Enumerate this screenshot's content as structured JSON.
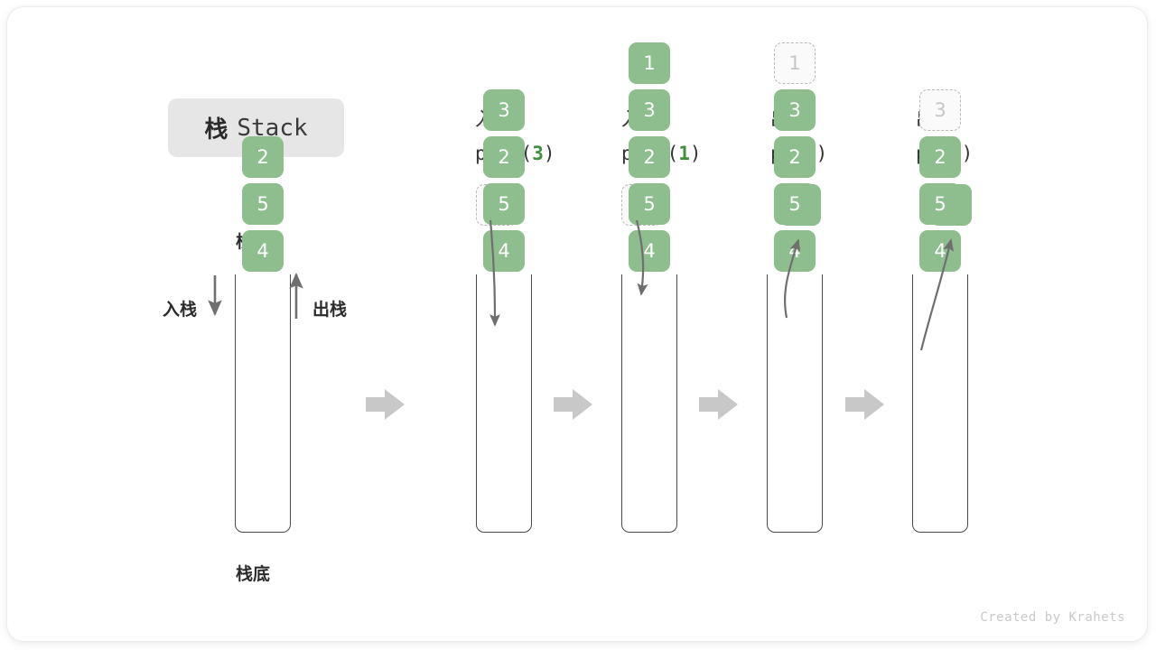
{
  "title": {
    "cn": "栈",
    "en": "Stack"
  },
  "labels": {
    "top": "栈顶",
    "bottom": "栈底",
    "push": "入栈",
    "pop": "出栈"
  },
  "footer": "Created by Krahets",
  "colors": {
    "element_green": "#8ebd8e",
    "ghost_border": "#b9b9b9",
    "ghost_text": "#c6c6c6",
    "arrow_gray": "#c8c8c8",
    "line_gray": "#6f6f6f",
    "title_chip": "#e6e6e6"
  },
  "steps": [
    {
      "id": "initial",
      "heading": "",
      "code": "",
      "code_arg": "",
      "float": null,
      "cells": [
        {
          "value": "2",
          "state": "filled"
        },
        {
          "value": "5",
          "state": "filled"
        },
        {
          "value": "4",
          "state": "filled"
        }
      ]
    },
    {
      "id": "push-3",
      "heading": "入栈",
      "code_prefix": "push(",
      "code_arg": "3",
      "code_suffix": ")",
      "float": {
        "value": "3",
        "state": "ghost"
      },
      "cells": [
        {
          "value": "3",
          "state": "filled"
        },
        {
          "value": "2",
          "state": "filled"
        },
        {
          "value": "5",
          "state": "filled"
        },
        {
          "value": "4",
          "state": "filled"
        }
      ]
    },
    {
      "id": "push-1",
      "heading": "入栈",
      "code_prefix": "push(",
      "code_arg": "1",
      "code_suffix": ")",
      "float": {
        "value": "1",
        "state": "ghost"
      },
      "cells": [
        {
          "value": "1",
          "state": "filled"
        },
        {
          "value": "3",
          "state": "filled"
        },
        {
          "value": "2",
          "state": "filled"
        },
        {
          "value": "5",
          "state": "filled"
        },
        {
          "value": "4",
          "state": "filled"
        }
      ]
    },
    {
      "id": "pop-1",
      "heading": "出栈",
      "code_prefix": "pop(",
      "code_arg": "",
      "code_suffix": ")",
      "float": {
        "value": "1",
        "state": "filled"
      },
      "cells": [
        {
          "value": "1",
          "state": "ghost"
        },
        {
          "value": "3",
          "state": "filled"
        },
        {
          "value": "2",
          "state": "filled"
        },
        {
          "value": "5",
          "state": "filled"
        },
        {
          "value": "4",
          "state": "filled"
        }
      ]
    },
    {
      "id": "pop-3",
      "heading": "出栈",
      "code_prefix": "pop(",
      "code_arg": "",
      "code_suffix": ")",
      "float": {
        "value": "3",
        "state": "filled"
      },
      "cells": [
        {
          "value": "3",
          "state": "ghost"
        },
        {
          "value": "2",
          "state": "filled"
        },
        {
          "value": "5",
          "state": "filled"
        },
        {
          "value": "4",
          "state": "filled"
        }
      ]
    }
  ]
}
